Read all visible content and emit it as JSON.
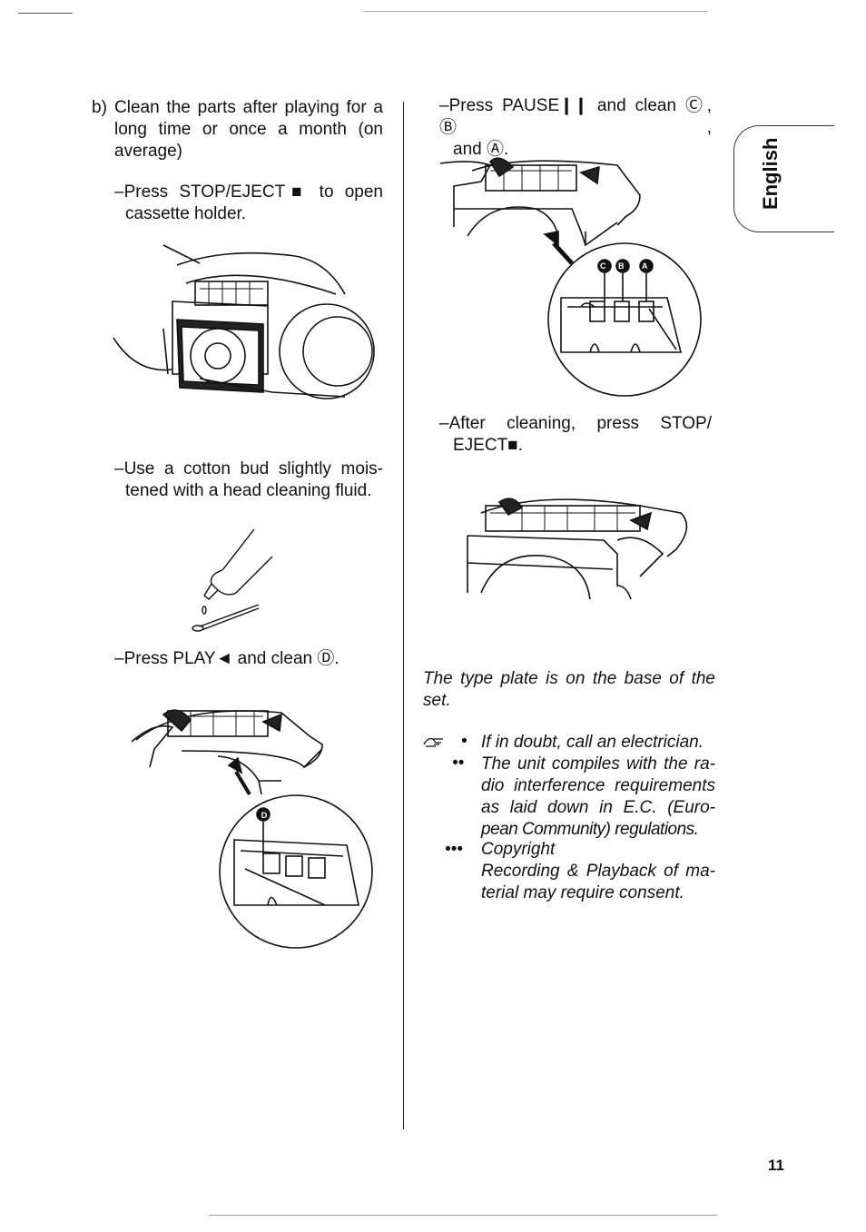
{
  "side_tab": {
    "label": "English"
  },
  "page_number": "11",
  "left_column": {
    "step_b": {
      "marker": "b)",
      "lines": [
        "Clean the parts after playing for a",
        "long time or once a month (on",
        "average)"
      ]
    },
    "stop_eject": {
      "lines": [
        "–Press STOP/EJECT■  to open",
        "cassette holder."
      ]
    },
    "cotton_bud": {
      "lines": [
        "–Use a cotton bud slightly mois-",
        "tened with a head cleaning fluid."
      ]
    },
    "play": {
      "text": "–Press PLAY◄ and clean Ⓓ."
    },
    "label_d": "D"
  },
  "right_column": {
    "pause": {
      "lines": [
        "–Press PAUSE❙❙ and clean Ⓒ, Ⓑ,",
        "and Ⓐ."
      ]
    },
    "labels_cba": [
      "C",
      "B",
      "A"
    ],
    "after": {
      "lines": [
        "–After cleaning, press STOP/",
        "EJECT■."
      ]
    },
    "type_plate": {
      "lines": [
        "The type plate is on the base of the",
        "set."
      ]
    },
    "notes": {
      "icon": "pointing-hand-icon",
      "markers": [
        "•",
        "••",
        "•••"
      ],
      "electrician": "If in doubt, call an electrician.",
      "interference_lines": [
        "The unit compiles with the ra-",
        "dio interference requirements",
        "as laid down in E.C. (Euro-",
        "pean Community) regulations."
      ],
      "copyright_title": "Copyright",
      "copyright_lines": [
        "Recording & Playback of ma-",
        "terial may require consent."
      ]
    }
  }
}
